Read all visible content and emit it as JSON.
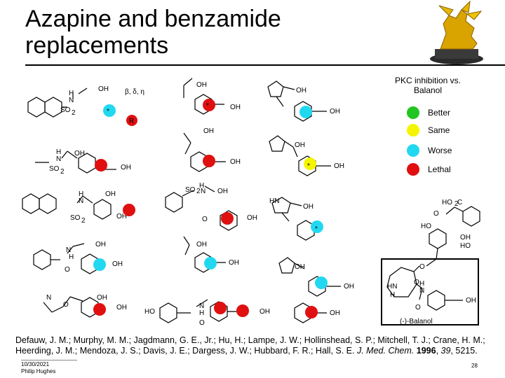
{
  "title_line1": "Azapine and benzamide",
  "title_line2": "replacements",
  "legend": {
    "title": "PKC inhibition vs. Balanol",
    "items": [
      {
        "label": "Better",
        "color": "#22c522"
      },
      {
        "label": "Same",
        "color": "#f5f500"
      },
      {
        "label": "Worse",
        "color": "#22d8f0"
      },
      {
        "label": "Lethal",
        "color": "#e01010"
      }
    ]
  },
  "annotations": {
    "beta_delta_eta": "β, δ, η",
    "star": "*",
    "r_label": "R",
    "balanol_label": "(-)-Balanol"
  },
  "citation": {
    "text_main": "Defauw, J. M.; Murphy, M. M.; Jagdmann, G. E., Jr.; Hu, H.; Lampe, J. W.; Hollinshead, S. P.; Mitchell, T. J.; Crane, H. M.; Heerding, J. M.; Mendoza, J. S.; Davis, J. E.; Dargess, J. W.; Hubbard, F. R.; Hall, S. E.",
    "journal": "J. Med. Chem.",
    "year": "1996",
    "volume": "39",
    "pages": "5215."
  },
  "footer": {
    "date": "10/30/2021",
    "author": "Philip Hughes",
    "page": "28"
  }
}
